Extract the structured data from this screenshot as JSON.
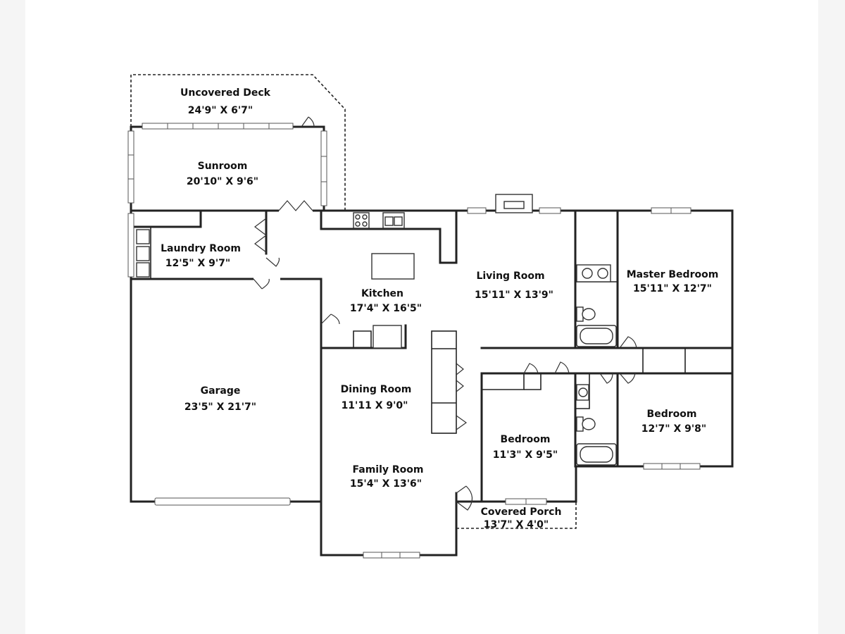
{
  "rooms": [
    {
      "id": "uncovered-deck",
      "name": "Uncovered Deck",
      "dims": "24'9\" X 6'7\""
    },
    {
      "id": "sunroom",
      "name": "Sunroom",
      "dims": "20'10\" X 9'6\""
    },
    {
      "id": "laundry-room",
      "name": "Laundry Room",
      "dims": "12'5\" X 9'7\""
    },
    {
      "id": "kitchen",
      "name": "Kitchen",
      "dims": "17'4\" X 16'5\""
    },
    {
      "id": "living-room",
      "name": "Living Room",
      "dims": "15'11\" X 13'9\""
    },
    {
      "id": "master-bedroom",
      "name": "Master Bedroom",
      "dims": "15'11\" X 12'7\""
    },
    {
      "id": "garage",
      "name": "Garage",
      "dims": "23'5\" X 21'7\""
    },
    {
      "id": "dining-room",
      "name": "Dining Room",
      "dims": "11'11 X 9'0\""
    },
    {
      "id": "bedroom-2",
      "name": "Bedroom",
      "dims": "12'7\" X 9'8\""
    },
    {
      "id": "bedroom-3",
      "name": "Bedroom",
      "dims": "11'3\" X 9'5\""
    },
    {
      "id": "family-room",
      "name": "Family Room",
      "dims": "15'4\" X 13'6\""
    },
    {
      "id": "covered-porch",
      "name": "Covered Porch",
      "dims": "13'7\" X 4'0\""
    }
  ]
}
